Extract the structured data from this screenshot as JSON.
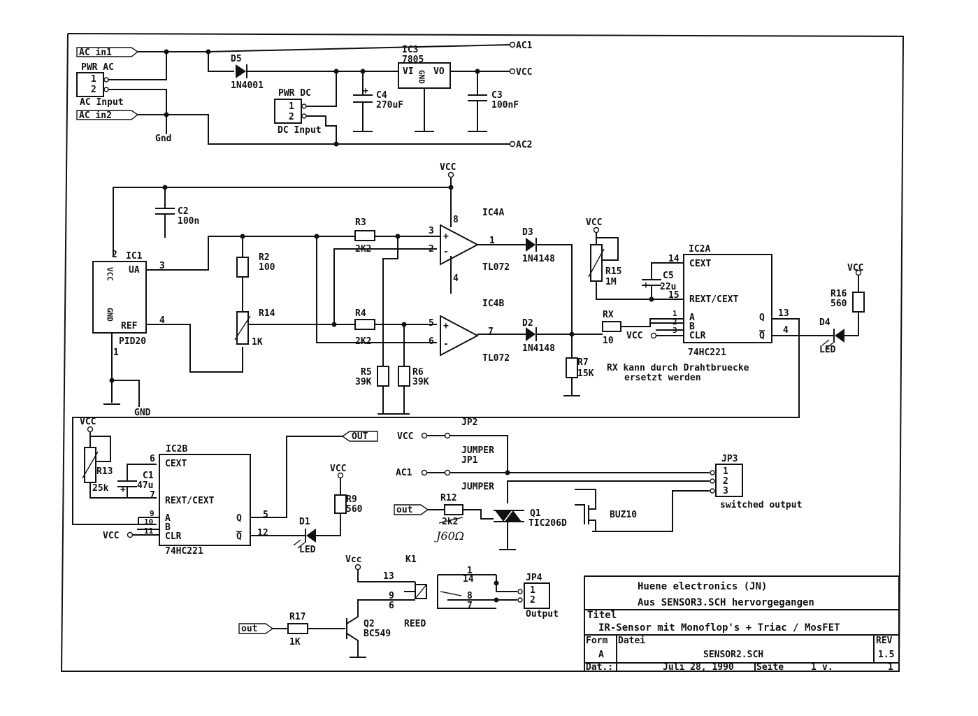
{
  "nets": {
    "ac_in1": "AC in1",
    "ac_in2": "AC in2",
    "ac1": "AC1",
    "ac2": "AC2",
    "vcc": "VCC",
    "vcc_lower": "Vcc",
    "gnd": "Gnd",
    "gnd_upper": "GND",
    "out": "OUT",
    "out_lower": "out"
  },
  "power": {
    "pwr_ac": "PWR AC",
    "ac_input": "AC Input",
    "pwr_dc": "PWR DC",
    "dc_input": "DC Input",
    "d5": "D5",
    "d5_type": "1N4001",
    "ic3": "IC3",
    "ic3_type": "7805",
    "vi": "VI",
    "vo": "VO",
    "gnd_pin": "GND",
    "c4": "C4",
    "c4_val": "270uF",
    "c3": "C3",
    "c3_val": "100nF"
  },
  "pins": {
    "p1": "1",
    "p2": "2",
    "p3": "3",
    "p4": "4",
    "p5": "5",
    "p6": "6",
    "p7": "7",
    "p8": "8",
    "p9": "9",
    "p10": "10",
    "p11": "11",
    "p12": "12",
    "p13": "13",
    "p14": "14",
    "p15": "15",
    "plus": "+",
    "minus": "-"
  },
  "sensor": {
    "ic1": "IC1",
    "ic1_type": "PID20",
    "vcc_pin": "VCC",
    "ua": "UA",
    "gnd_pin": "GND",
    "ref": "REF",
    "c2": "C2",
    "c2_val": "100n",
    "r2": "R2",
    "r2_val": "100",
    "r14": "R14",
    "r14_val": "1K"
  },
  "opamp": {
    "r3": "R3",
    "r3_val": "2K2",
    "r4": "R4",
    "r4_val": "2K2",
    "r5": "R5",
    "r5_val": "39K",
    "r6": "R6",
    "r6_val": "39K",
    "ic4a": "IC4A",
    "ic4b": "IC4B",
    "tl072": "TL072",
    "d3": "D3",
    "d2": "D2",
    "diode_type": "1N4148",
    "r7": "R7",
    "r7_val": "15K"
  },
  "monoflop_a": {
    "r15": "R15",
    "r15_val": "1M",
    "c5": "C5",
    "c5_val": "22u",
    "ic2a": "IC2A",
    "cext": "CEXT",
    "rext": "REXT/CEXT",
    "a": "A",
    "b": "B",
    "clr": "CLR",
    "q": "Q",
    "qbar": "Q",
    "type": "74HC221",
    "rx": "RX",
    "rx_val": "10",
    "note_line1": "RX kann durch Drahtbruecke",
    "note_line2": "ersetzt werden",
    "r16": "R16",
    "r16_val": "560",
    "d4": "D4",
    "led": "LED"
  },
  "monoflop_b": {
    "r13": "R13",
    "r13_val": "25k",
    "c1": "C1",
    "c1_val": "47u",
    "ic2b": "IC2B",
    "cext": "CEXT",
    "rext": "REXT/CEXT",
    "a": "A",
    "b": "B",
    "clr": "CLR",
    "q": "Q",
    "qbar": "Q",
    "type": "74HC221",
    "r9": "R9",
    "r9_val": "560",
    "d1": "D1",
    "led": "LED"
  },
  "output": {
    "jp2": "JP2",
    "jp1": "JP1",
    "jumper": "JUMPER",
    "jp3": "JP3",
    "switched": "switched output",
    "r12": "R12",
    "r12_val": "2k2",
    "r12_hand": "J60Ω",
    "q1": "Q1",
    "q1_type": "TIC206D",
    "buz10": "BUZ10",
    "k1": "K1",
    "reed": "REED",
    "r17": "R17",
    "r17_val": "1K",
    "q2": "Q2",
    "q2_type": "BC549",
    "jp4": "JP4",
    "output_label": "Output"
  },
  "titleblock": {
    "company": "Huene electronics  (JN)",
    "derived": "Aus SENSOR3.SCH hervorgegangen",
    "titel_label": "Titel",
    "title": "IR-Sensor mit Monoflop's + Triac / MosFET",
    "form_label": "Form",
    "form_value": "A",
    "datei_label": "Datei",
    "datei_value": "SENSOR2.SCH",
    "rev_label": "REV",
    "rev_value": "1.5",
    "dat_label": "Dat.:",
    "date": "Juli 28, 1990",
    "seite_label": "Seite",
    "page": "1",
    "of_label": "v.",
    "pages": "1"
  }
}
